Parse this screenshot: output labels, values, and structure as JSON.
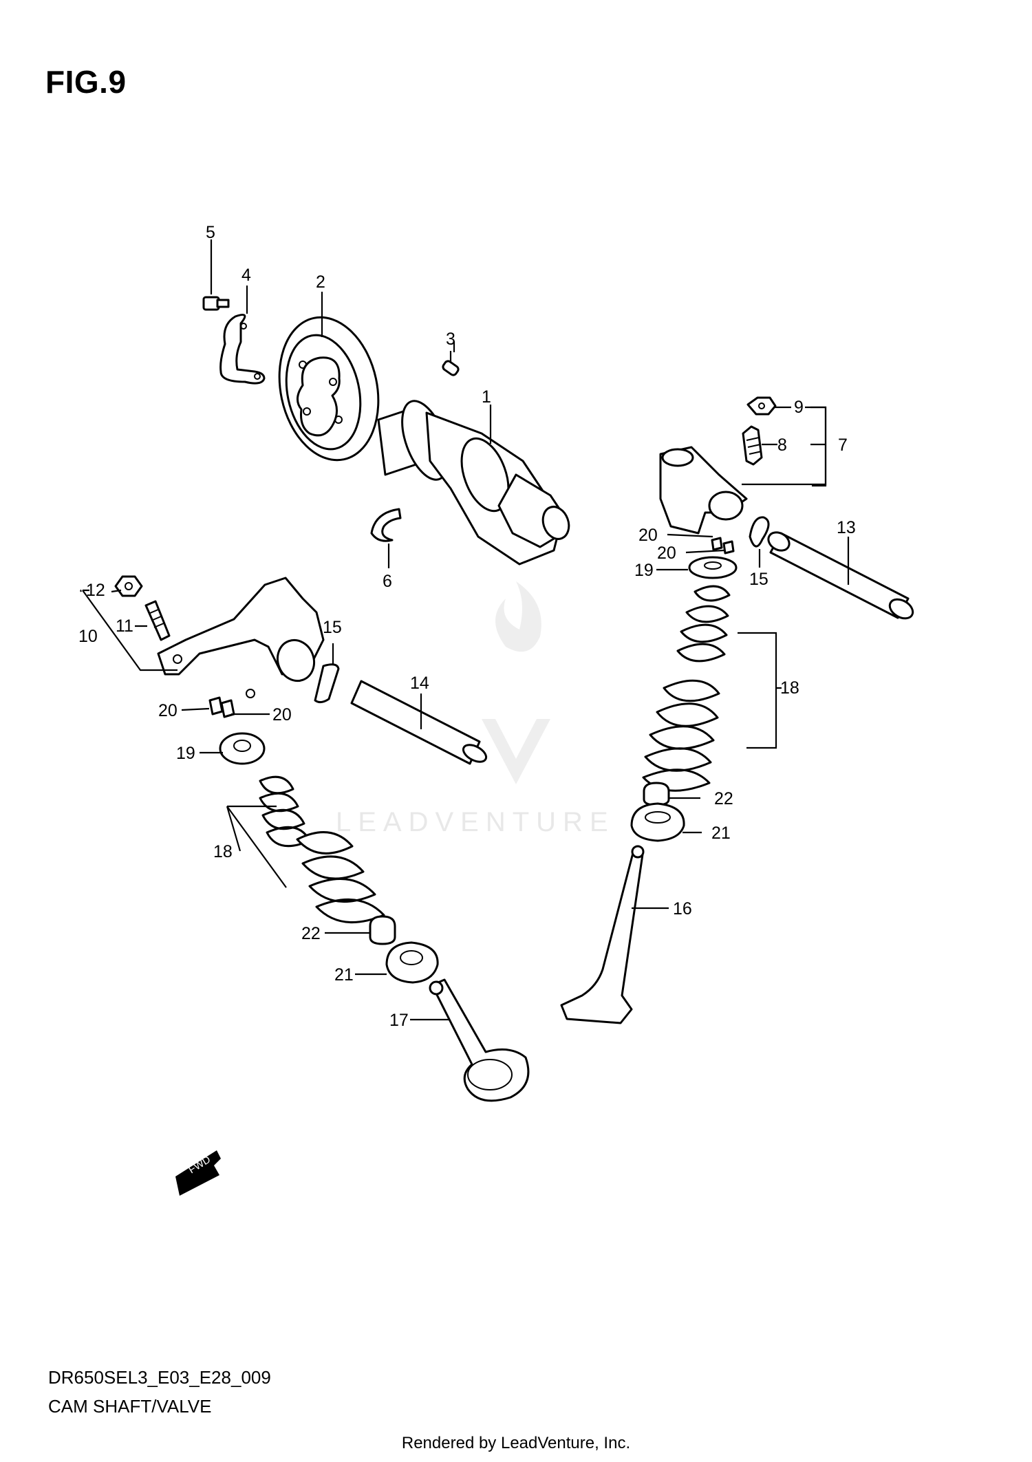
{
  "figure": {
    "title": "FIG.9",
    "code": "DR650SEL3_E03_E28_009",
    "caption": "CAM SHAFT/VALVE",
    "footer": "Rendered by LeadVenture, Inc.",
    "watermark": "LEADVENTURE",
    "fwd_label": "FWD"
  },
  "callouts": [
    {
      "key": "c1",
      "label": "1"
    },
    {
      "key": "c2",
      "label": "2"
    },
    {
      "key": "c3",
      "label": "3"
    },
    {
      "key": "c4",
      "label": "4"
    },
    {
      "key": "c5",
      "label": "5"
    },
    {
      "key": "c6",
      "label": "6"
    },
    {
      "key": "c7",
      "label": "7"
    },
    {
      "key": "c8",
      "label": "8"
    },
    {
      "key": "c9",
      "label": "9"
    },
    {
      "key": "c10",
      "label": "10"
    },
    {
      "key": "c11",
      "label": "11"
    },
    {
      "key": "c12",
      "label": "12"
    },
    {
      "key": "c13",
      "label": "13"
    },
    {
      "key": "c14",
      "label": "14"
    },
    {
      "key": "c15",
      "label": "15"
    },
    {
      "key": "c16",
      "label": "16"
    },
    {
      "key": "c17",
      "label": "17"
    },
    {
      "key": "c18",
      "label": "18"
    },
    {
      "key": "c19",
      "label": "19"
    },
    {
      "key": "c20",
      "label": "20"
    },
    {
      "key": "c21",
      "label": "21"
    },
    {
      "key": "c22",
      "label": "22"
    }
  ]
}
